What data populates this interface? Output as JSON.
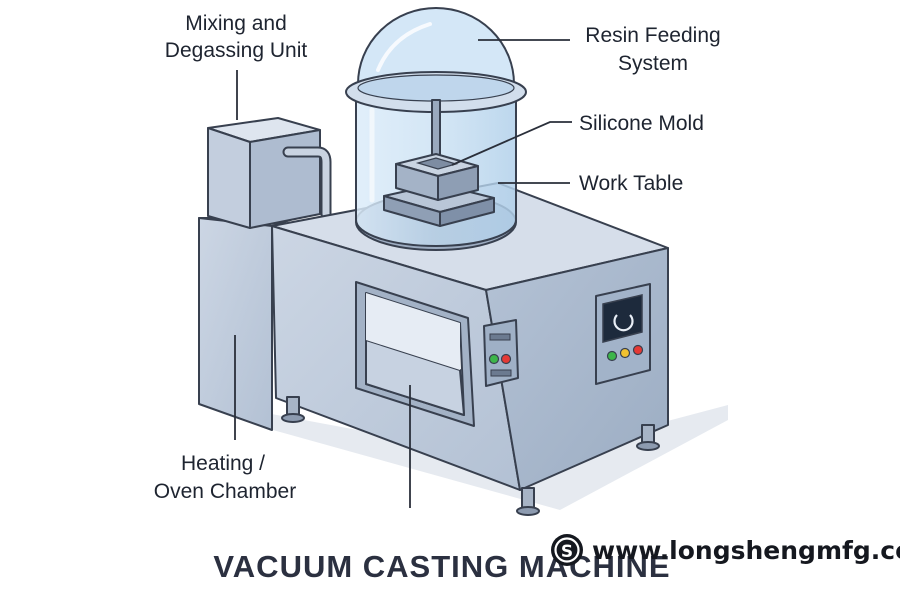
{
  "labels": {
    "mixing_line1": "Mixing and",
    "mixing_line2": "Degassing Unit",
    "resin_line1": "Resin Feeding",
    "resin_line2": "System",
    "mold": "Silicone Mold",
    "table": "Work Table",
    "heating_line1": "Heating /",
    "heating_line2": "Oven Chamber"
  },
  "title": "VACUUM CASTING MACHINE",
  "watermark": {
    "logo_mark": "S",
    "url": "www.longshengmfg.com"
  },
  "colors": {
    "steel_front": "#bfcbdc",
    "steel_side": "#a7b6ca",
    "steel_top": "#d8e0ec",
    "glass": "#cfe4f6",
    "outline": "#38404f",
    "indicator_green": "#3cb54a",
    "indicator_red": "#e53935",
    "indicator_yellow": "#f2c230"
  }
}
